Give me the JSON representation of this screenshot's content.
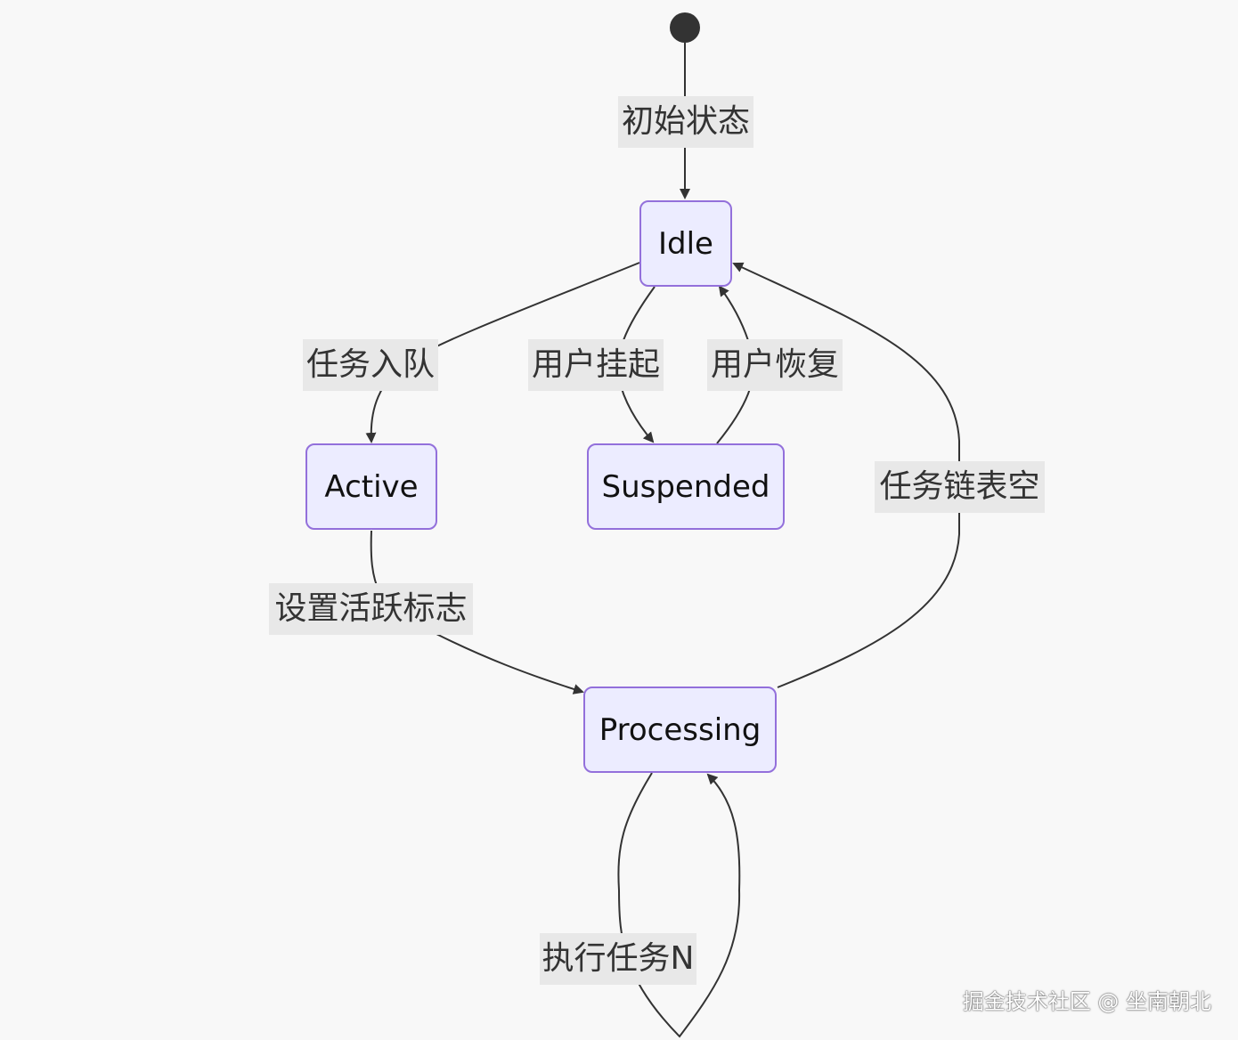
{
  "diagram": {
    "type": "state",
    "start_node": "start",
    "states": [
      {
        "id": "idle",
        "label": "Idle"
      },
      {
        "id": "active",
        "label": "Active"
      },
      {
        "id": "suspended",
        "label": "Suspended"
      },
      {
        "id": "processing",
        "label": "Processing"
      }
    ],
    "transitions": [
      {
        "id": "t-initial",
        "from": "start",
        "to": "idle",
        "label": "初始状态"
      },
      {
        "id": "t-enqueue",
        "from": "idle",
        "to": "active",
        "label": "任务入队"
      },
      {
        "id": "t-suspend",
        "from": "idle",
        "to": "suspended",
        "label": "用户挂起"
      },
      {
        "id": "t-resume",
        "from": "suspended",
        "to": "idle",
        "label": "用户恢复"
      },
      {
        "id": "t-queue-empty",
        "from": "processing",
        "to": "idle",
        "label": "任务链表空"
      },
      {
        "id": "t-set-active",
        "from": "active",
        "to": "processing",
        "label": "设置活跃标志"
      },
      {
        "id": "t-execute",
        "from": "processing",
        "to": "processing",
        "label": "执行任务N"
      }
    ],
    "colors": {
      "background": "#f8f8f8",
      "state_fill": "#ececff",
      "state_border": "#9370db",
      "edge": "#333333",
      "label_bg": "#e8e8e8"
    }
  },
  "watermark": "掘金技术社区 @ 坐南朝北"
}
